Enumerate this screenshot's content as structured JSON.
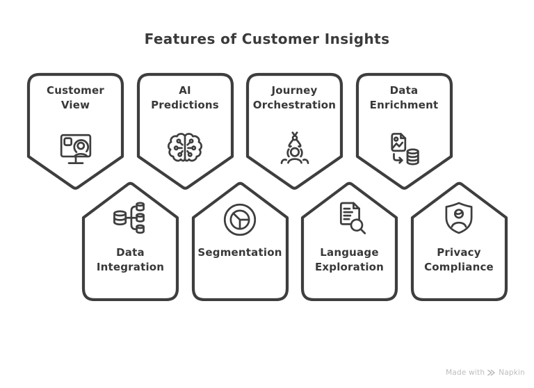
{
  "title": "Features of Customer Insights",
  "watermark": {
    "prefix": "Made with",
    "brand": "Napkin"
  },
  "colors": {
    "outline": "#3e3e3e",
    "text": "#383838",
    "background": "#ffffff",
    "watermark": "#bdbdbd"
  },
  "badges": [
    {
      "label": "Customer View",
      "lines": [
        "Customer",
        "View"
      ],
      "icon": "customer-view-icon",
      "row": "top"
    },
    {
      "label": "AI Predictions",
      "lines": [
        "AI",
        "Predictions"
      ],
      "icon": "ai-predictions-icon",
      "row": "top"
    },
    {
      "label": "Journey Orchestration",
      "lines": [
        "Journey",
        "Orchestration"
      ],
      "icon": "journey-orchestration-icon",
      "row": "top"
    },
    {
      "label": "Data Enrichment",
      "lines": [
        "Data",
        "Enrichment"
      ],
      "icon": "data-enrichment-icon",
      "row": "top"
    },
    {
      "label": "Data Integration",
      "lines": [
        "Data",
        "Integration"
      ],
      "icon": "data-integration-icon",
      "row": "bottom"
    },
    {
      "label": "Segmentation",
      "lines": [
        "Segmentation"
      ],
      "icon": "segmentation-icon",
      "row": "bottom"
    },
    {
      "label": "Language Exploration",
      "lines": [
        "Language",
        "Exploration"
      ],
      "icon": "language-exploration-icon",
      "row": "bottom"
    },
    {
      "label": "Privacy Compliance",
      "lines": [
        "Privacy",
        "Compliance"
      ],
      "icon": "privacy-compliance-icon",
      "row": "bottom"
    }
  ]
}
